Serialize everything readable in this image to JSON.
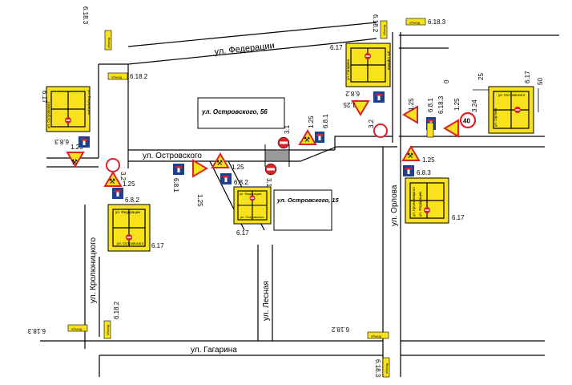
{
  "streets": {
    "federatsii": "ул. Федерации",
    "ostrovskogo": "ул. Островского",
    "gagarina": "ул. Гагарина",
    "lesnaya": "ул. Лесная",
    "orlova": "ул. Орлова",
    "kroshnitskogo": "ул. Кролюницкого"
  },
  "buildings": {
    "ostrovskogo_56": "ул. Островского, 56",
    "ostrovskogo_15": "ул. Островского, 15"
  },
  "sign_codes": {
    "c6_18_3": "6.18.3",
    "c6_18_2": "6.18.2",
    "c6_17": "6.17",
    "c1_25": "1.25",
    "c6_8_1": "6.8.1",
    "c6_8_2": "6.8.2",
    "c6_8_3": "6.8.3",
    "c3_1": "3.1",
    "c3_2": "3.2",
    "c3_24": "3.24",
    "d0": "0",
    "d25": "25",
    "d50": "50",
    "speed": "40"
  },
  "detour_text": "объезд",
  "scheme_labels": {
    "federatsii": "ул. Федерации",
    "ostrovskogo": "ул. Островского",
    "orlova": "ул. Орлова",
    "gagarina": "ул. Гагарина",
    "kroshnitskogo": "ул. Кролюницкого"
  },
  "colors": {
    "road_line": "#000000",
    "sign_yellow": "#f7e21b",
    "sign_blue": "#1f3f8f",
    "sign_red": "#d8232a",
    "closed_section": "#9a9a9a"
  }
}
